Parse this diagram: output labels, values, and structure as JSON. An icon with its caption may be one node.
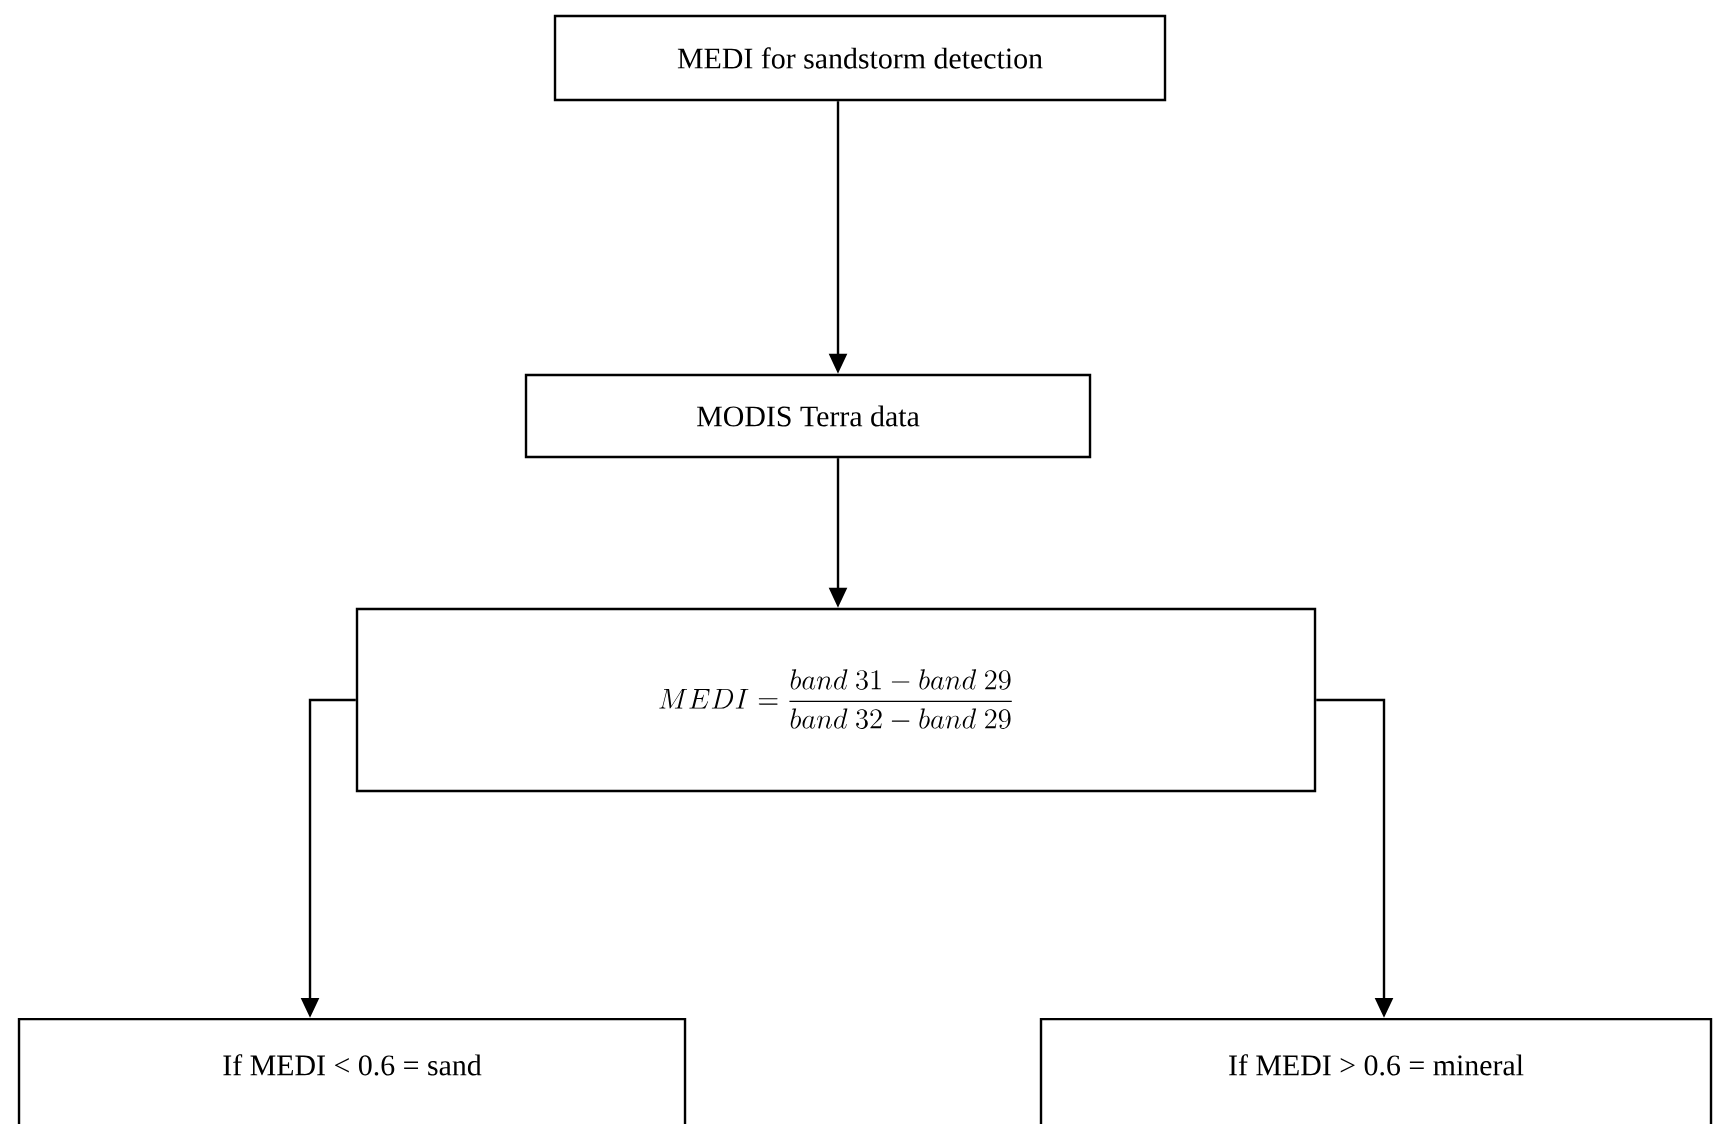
{
  "diagram": {
    "nodes": [
      {
        "text": [
          "MEDI for sandstorm detection"
        ]
      },
      {
        "text": [
          "MODIS Terra data"
        ]
      },
      {
        "text": [
          "MEDI = \\frac{band\\ 31 - band\\ 29}{band\\ 32 - band\\ 29}"
        ]
      },
      {
        "text": [
          "If MEDI < 0.6 = sand"
        ]
      },
      {
        "text": [
          "If MEDI > 0.6 = mineral"
        ]
      }
    ],
    "edges": [
      {
        "from": 0,
        "to": 1,
        "arrow": "to"
      },
      {
        "from": 1,
        "to": 2,
        "arrow": "to"
      },
      {
        "from": 2,
        "to": 3,
        "arrow": "to"
      },
      {
        "from": 2,
        "to": 4,
        "arrow": "to"
      }
    ]
  }
}
